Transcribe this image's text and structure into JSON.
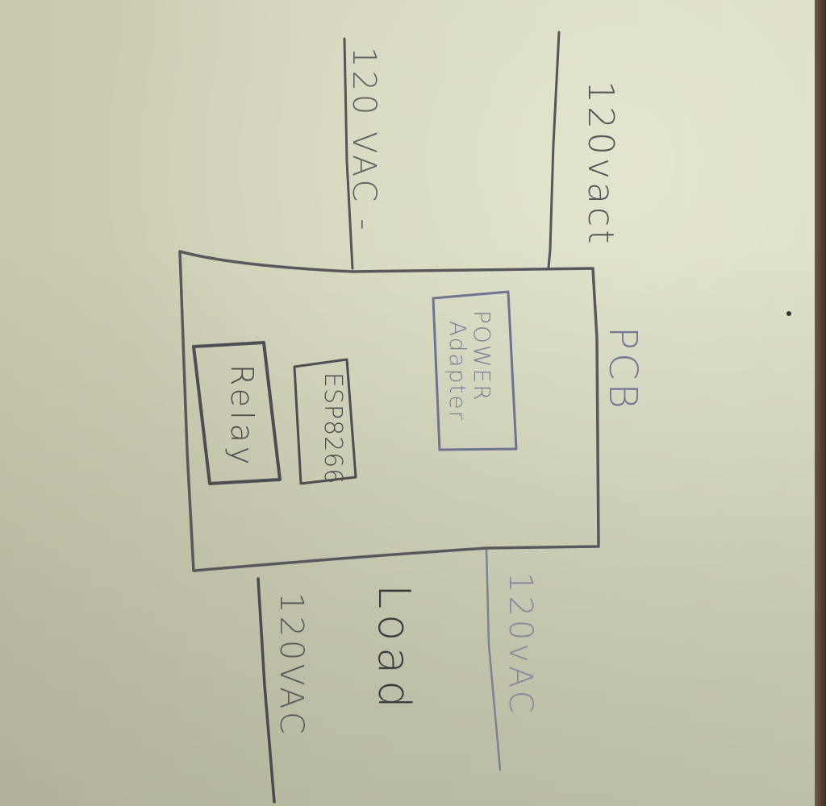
{
  "labels": {
    "vac_plus": "120vact",
    "vac_minus": "120 VAC -",
    "pcb": "PCB",
    "power": "POWER",
    "adapter": "Adapter",
    "esp": "ESP8266",
    "relay": "Relay",
    "load": "Load",
    "vac_right": "120vAC",
    "vac_left": "120VAC"
  },
  "colors": {
    "paper": "#d2d3b8",
    "pencil": "#4e4f54",
    "light_pencil": "#7a7f99"
  }
}
